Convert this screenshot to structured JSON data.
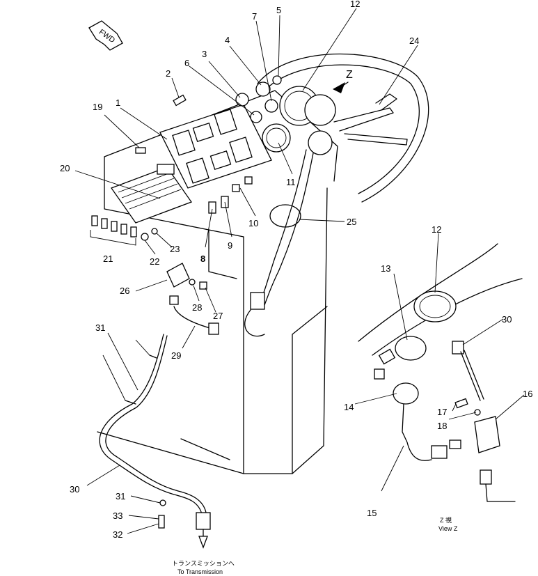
{
  "diagram": {
    "fwd_label": "FWD",
    "z_arrow_label": "Z",
    "callouts": [
      "1",
      "2",
      "3",
      "4",
      "5",
      "6",
      "7",
      "8",
      "9",
      "10",
      "11",
      "12",
      "13",
      "14",
      "15",
      "16",
      "17",
      "18",
      "19",
      "20",
      "21",
      "22",
      "23",
      "24",
      "25",
      "26",
      "27",
      "28",
      "29",
      "30",
      "31",
      "32",
      "33"
    ],
    "view_label_jp": "Z 視",
    "view_label_en": "View Z",
    "note_jp": "トランスミッションへ",
    "note_en": "To Transmission"
  }
}
